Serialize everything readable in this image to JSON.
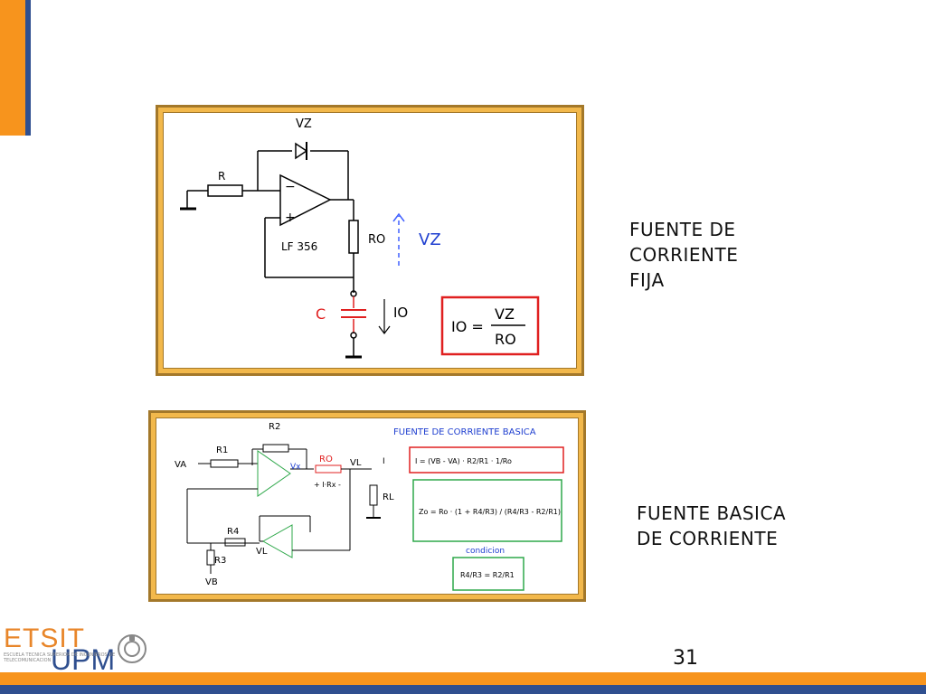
{
  "slide": {
    "top_caption": [
      "FUENTE DE",
      "CORRIENTE",
      "FIJA"
    ],
    "bottom_caption": [
      "FUENTE BASICA",
      "DE CORRIENTE"
    ],
    "page_number": "31"
  },
  "logo": {
    "etsit": "ETSIT",
    "upm": "UPM",
    "small_text": "ESCUELA TECNICA SUPERIOR DE INGENIEROS DE TELECOMUNICACION"
  },
  "circuit1": {
    "vz_top": "VZ",
    "r_label": "R",
    "opamp": "LF 356",
    "ro_label": "RO",
    "vz_arrow": "VZ",
    "c_label": "C",
    "io_label": "IO",
    "formula_lhs": "IO =",
    "formula_num": "VZ",
    "formula_den": "RO"
  },
  "circuit2": {
    "title": "FUENTE DE CORRIENTE BASICA",
    "r2": "R2",
    "r1": "R1",
    "va": "VA",
    "vx": "Vx",
    "ro": "RO",
    "vl": "VL",
    "i": "I",
    "rl": "RL",
    "irx": "+ I·Rx -",
    "r4": "R4",
    "r3": "R3",
    "vl2": "VL",
    "vb": "VB",
    "eq1": "I = (VB - VA) · R2/R1 · 1/Ro",
    "eq2": "Zo = Ro · (1 + R4/R3) / (R4/R3 - R2/R1)",
    "condicion": "condicion",
    "eq3": "R4/R3 = R2/R1"
  },
  "colors": {
    "orange": "#f7941d",
    "blue": "#2f4f8f",
    "frame": "#f2b84b",
    "red": "#e02020",
    "green": "#2ea84a"
  }
}
